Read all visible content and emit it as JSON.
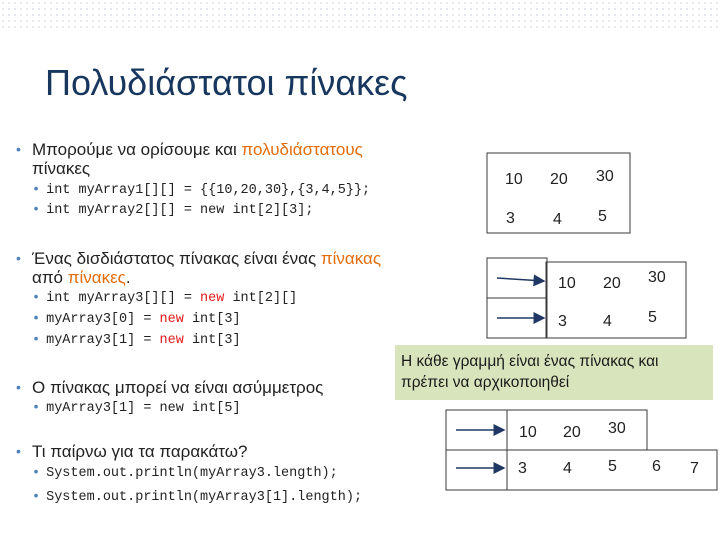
{
  "title": "Πολυδιάστατοι πίνακες",
  "bullets": {
    "b1": {
      "pre": "Μπορούμε να ορίσουμε και ",
      "hl": "πολυδιάστατους",
      "post": "πίνακες"
    },
    "b1_sub": [
      "int myArray1[][] = {{10,20,30},{3,4,5}};",
      "int myArray2[][] = new int[2][3];"
    ],
    "b2": {
      "pre": "Ένας δισδιάστατος πίνακας είναι ένας ",
      "hl1": "πίνακας",
      "mid": "από ",
      "hl2": "πίνακες",
      "post": "."
    },
    "b2_sub": [
      {
        "a": "int myArray3[][] = ",
        "kw": "new",
        "b": " int[2][]"
      },
      {
        "a": "myArray3[0] = ",
        "kw": "new",
        "b": " int[3]"
      },
      {
        "a": "myArray3[1] = ",
        "kw": "new",
        "b": " int[3]"
      }
    ],
    "b3": "Ο πίνακας μπορεί να είναι ασύμμετρος",
    "b3_sub": [
      "myArray3[1] = new int[5]"
    ],
    "b4": "Τι παίρνω για τα παρακάτω?",
    "b4_sub": [
      "System.out.println(myArray3.length);",
      "System.out.println(myArray3[1].length);"
    ]
  },
  "callout": {
    "line1": "Η κάθε γραμμή είναι ένας πίνακας και",
    "line2": "πρέπει να αρχικοποιηθεί"
  },
  "diagram1": {
    "row1": [
      "10",
      "20",
      "30"
    ],
    "row2": [
      "3",
      "4",
      "5"
    ]
  },
  "diagram2": {
    "row1": [
      "10",
      "20",
      "30"
    ],
    "row2": [
      "3",
      "4",
      "5"
    ]
  },
  "diagram3": {
    "row1": [
      "10",
      "20",
      "30"
    ],
    "row2": [
      "3",
      "4",
      "5",
      "6",
      "7"
    ]
  }
}
